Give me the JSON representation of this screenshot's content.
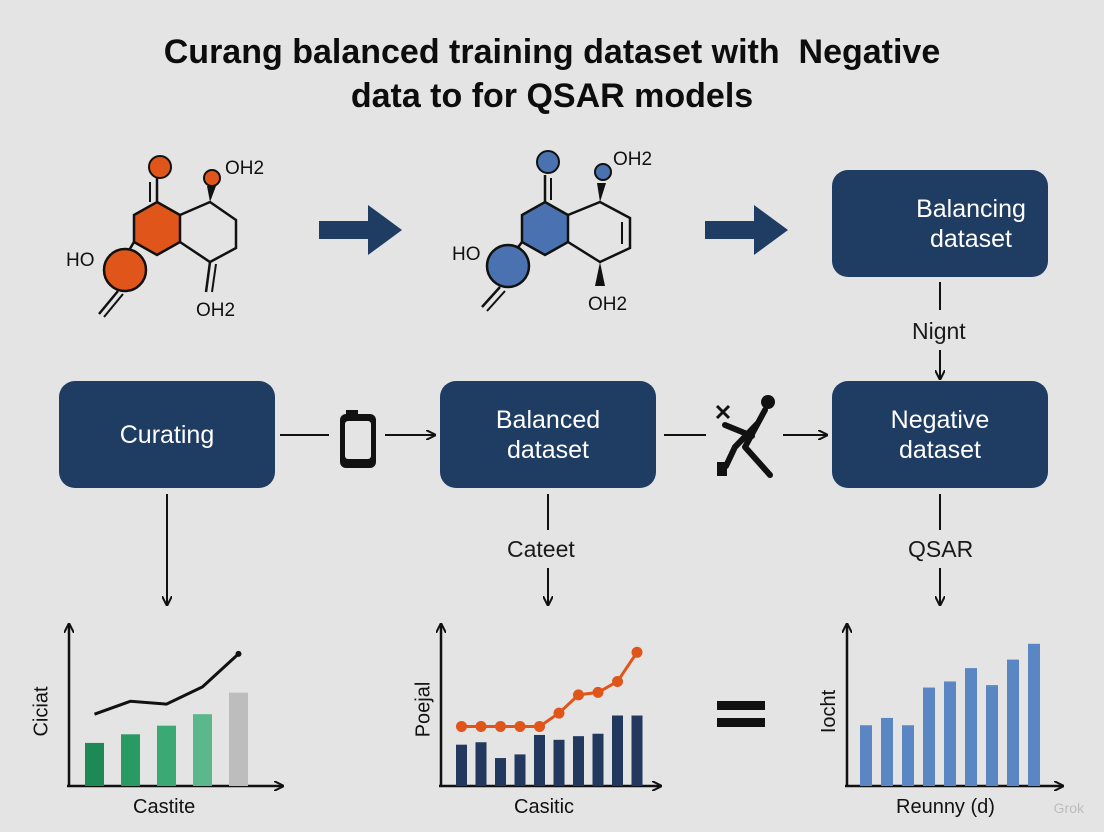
{
  "title": {
    "line1": "Curang balanced training dataset with  Negative",
    "line2": "data to for QSAR models"
  },
  "molecules": {
    "left": {
      "atoms": [
        "OH2",
        "HO",
        "OH2"
      ]
    },
    "middle": {
      "atoms": [
        "OH2",
        "HO",
        "OH2"
      ]
    }
  },
  "boxes": {
    "balancing": "Balancing\ndataset",
    "curating": "Curating",
    "balanced": "Balanced\ndataset",
    "negative": "Negative\ndataset"
  },
  "connector_labels": {
    "night": "Nignt",
    "cateet": "Cateet",
    "qsar": "QSAR"
  },
  "colors": {
    "box": "#1f3c63",
    "orange": "#e0561a",
    "blue_atom": "#4a72b0",
    "green": "#2a9a63",
    "navy_bar": "#22385e",
    "blue_bar": "#5a86c4"
  },
  "chart_data": [
    {
      "type": "bar",
      "ylabel": "Ciciat",
      "xlabel": "Castite",
      "values": [
        3,
        3.6,
        4.2,
        5,
        6.5
      ],
      "line": [
        5,
        5.9,
        5.7,
        6.9,
        9.2
      ],
      "bar_colors": [
        "#1d8a55",
        "#2a9a63",
        "#3aa974",
        "#5bb78c",
        "#bdbdbd"
      ],
      "ylim": [
        0,
        11
      ]
    },
    {
      "type": "bar",
      "ylabel": "Poejal",
      "xlabel": "Casitic",
      "values": [
        3.4,
        3.6,
        2.3,
        2.6,
        4.2,
        3.8,
        4.1,
        4.3,
        5.8,
        5.8
      ],
      "line": [
        4.9,
        4.9,
        4.9,
        4.9,
        4.9,
        6,
        7.5,
        7.7,
        8.6,
        11
      ],
      "ylim": [
        0,
        13
      ]
    },
    {
      "type": "bar",
      "ylabel": "Iocht",
      "xlabel": "Reunny (d)",
      "values": [
        5,
        5.6,
        5,
        8.1,
        8.6,
        9.7,
        8.3,
        10.4,
        11.7
      ],
      "ylim": [
        0,
        13
      ]
    }
  ],
  "equals": "=",
  "watermark": "Grok"
}
